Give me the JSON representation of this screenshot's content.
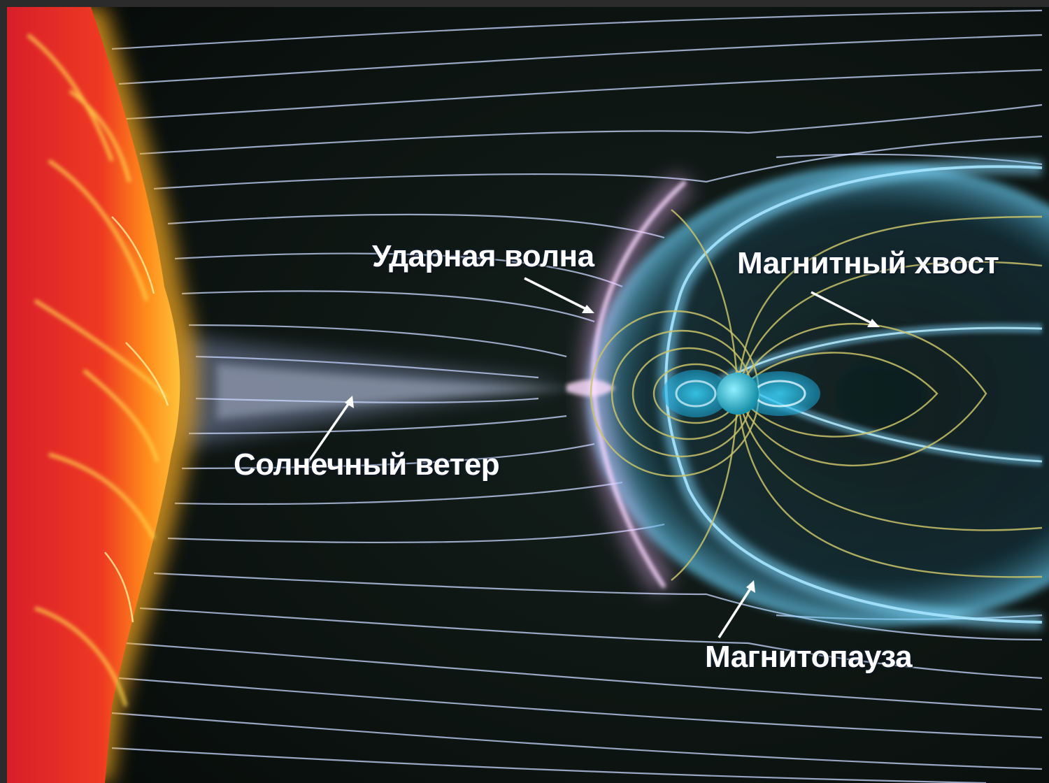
{
  "labels": {
    "shock_wave": "Ударная волна",
    "magnetotail": "Магнитный хвост",
    "solar_wind": "Солнечный ветер",
    "magnetopause": "Магнитопауза"
  },
  "colors": {
    "space": "#0d1410",
    "sun_core": "#e8232a",
    "sun_corona": "#ffb020",
    "field_lines": "#c8d8ff",
    "magnetosphere": "#6fd8ff",
    "shock_front": "#f4b8ff",
    "earth_field_lines": "#c9c26a",
    "earth": "#2fc8d8"
  }
}
